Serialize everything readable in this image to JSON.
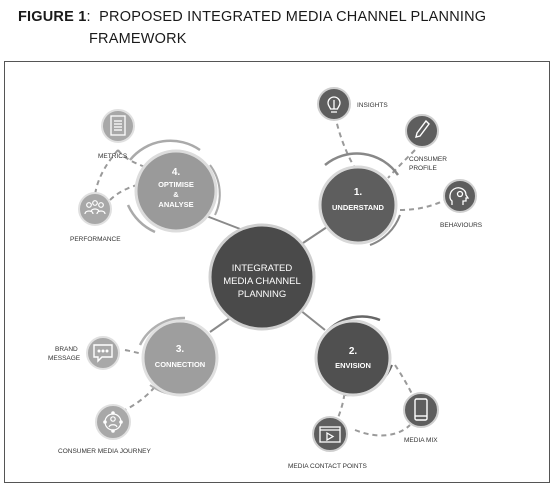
{
  "caption": {
    "figure_label": "FIGURE 1",
    "title_line1": "PROPOSED INTEGRATED MEDIA CHANNEL PLANNING",
    "title_line2": "FRAMEWORK"
  },
  "center": {
    "line1": "INTEGRATED",
    "line2": "MEDIA CHANNEL",
    "line3": "PLANNING"
  },
  "stages": [
    {
      "number": "1.",
      "label": "UNDERSTAND",
      "color": "#5c5c5c"
    },
    {
      "number": "2.",
      "label": "ENVISION",
      "color": "#505050"
    },
    {
      "number": "3.",
      "label": "CONNECTION",
      "color": "#9a9a9a"
    },
    {
      "number": "4.",
      "label": "OPTIMISE",
      "label2": "&",
      "label3": "ANALYSE",
      "color": "#8e8e8e"
    }
  ],
  "satellites": {
    "insights": {
      "label": "INSIGHTS",
      "icon": "lightbulb-icon"
    },
    "consumer_profile": {
      "label1": "CONSUMER",
      "label2": "PROFILE",
      "icon": "pen-icon"
    },
    "behaviours": {
      "label": "BEHAVIOURS",
      "icon": "head-gear-icon"
    },
    "media_mix": {
      "label": "MEDIA MIX",
      "icon": "smartphone-icon"
    },
    "media_contact_points": {
      "label": "MEDIA CONTACT POINTS",
      "icon": "video-play-icon"
    },
    "brand_message": {
      "label1": "BRAND",
      "label2": "MESSAGE",
      "icon": "speech-bubble-icon"
    },
    "consumer_media_journey": {
      "label": "CONSUMER MEDIA JOURNEY",
      "icon": "network-person-icon"
    },
    "metrics": {
      "label": "METRICS",
      "icon": "document-icon"
    },
    "performance": {
      "label": "PERFORMANCE",
      "icon": "group-people-icon"
    }
  },
  "colors": {
    "center": "#4a4a4a",
    "dark_satellite": "#5e5e5e",
    "light_satellite": "#a8a8a8",
    "connector": "#8a8a8a"
  }
}
